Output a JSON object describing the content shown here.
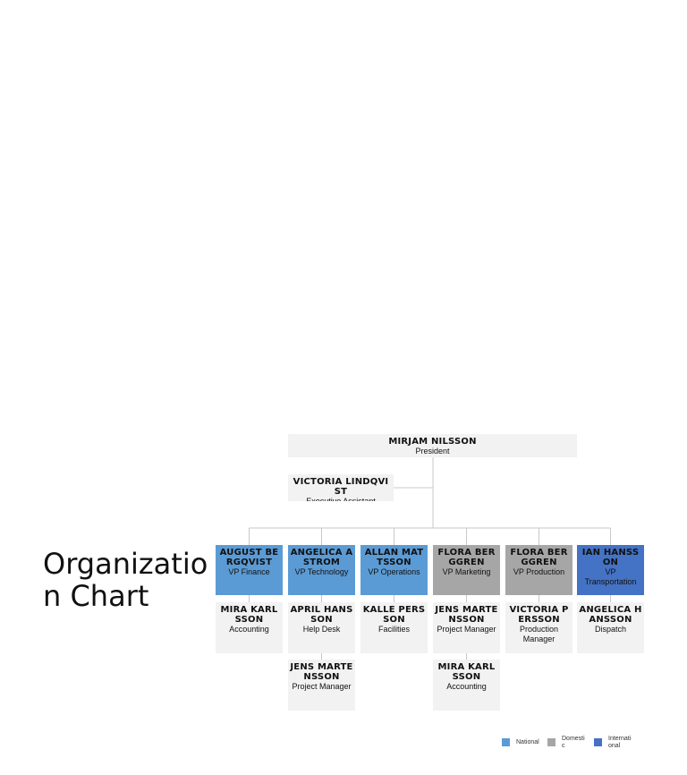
{
  "title": "Organization Chart",
  "president": {
    "name": "MIRJAM NILSSON",
    "role": "President"
  },
  "assistant": {
    "name": "VICTORIA LINDQVIST",
    "role": "Executive Assistant"
  },
  "vps": [
    {
      "name": "AUGUST BERGQVIST",
      "role": "VP Finance",
      "group": "national",
      "reports": [
        {
          "name": "MIRA KARLSSON",
          "role": "Accounting"
        }
      ]
    },
    {
      "name": "ANGELICA ASTROM",
      "role": "VP Technology",
      "group": "national",
      "reports": [
        {
          "name": "APRIL HANSSON",
          "role": "Help Desk"
        },
        {
          "name": "JENS MARTENSSON",
          "role": "Project Manager"
        }
      ]
    },
    {
      "name": "ALLAN MATTSSON",
      "role": "VP Operations",
      "group": "national",
      "reports": [
        {
          "name": "KALLE PERSSON",
          "role": "Facilities"
        }
      ]
    },
    {
      "name": "FLORA BERGGREN",
      "role": "VP Marketing",
      "group": "domestic",
      "reports": [
        {
          "name": "JENS MARTENSSON",
          "role": "Project Manager"
        },
        {
          "name": "MIRA KARLSSON",
          "role": "Accounting"
        }
      ]
    },
    {
      "name": "FLORA BERGGREN",
      "role": "VP Production",
      "group": "domestic",
      "reports": [
        {
          "name": "VICTORIA PERSSON",
          "role": "Production Manager"
        }
      ]
    },
    {
      "name": "IAN HANSSON",
      "role": "VP Transportation",
      "group": "international",
      "reports": [
        {
          "name": "ANGELICA HANSSON",
          "role": "Dispatch"
        }
      ]
    }
  ],
  "legend": [
    {
      "label": "National",
      "color": "#5b9bd5"
    },
    {
      "label": "Domestic",
      "color": "#a6a6a6"
    },
    {
      "label": "International",
      "color": "#4472c4"
    }
  ]
}
